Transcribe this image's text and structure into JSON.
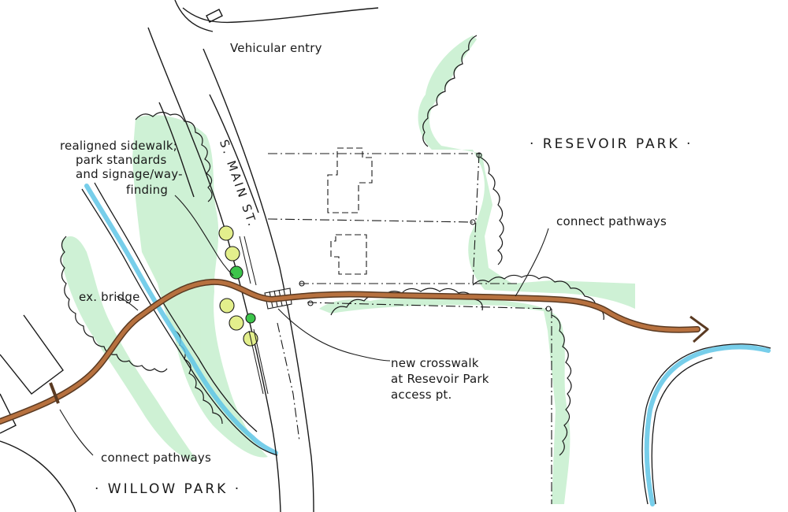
{
  "labels": {
    "vehicular_entry": "Vehicular entry",
    "street_name": "S. MAIN ST.",
    "reservoir_park": "· RESEVOIR PARK ·",
    "willow_park": "· WILLOW PARK ·",
    "realigned_line1": "realigned sidewalk;",
    "realigned_line2": "park standards",
    "realigned_line3": "and signage/way-",
    "realigned_line4": "finding",
    "ex_bridge": "ex. bridge",
    "connect_pathways_right": "connect pathways",
    "connect_pathways_left": "connect pathways",
    "crosswalk_line1": "new crosswalk",
    "crosswalk_line2": "at Resevoir Park",
    "crosswalk_line3": "access pt."
  },
  "colors": {
    "ink": "#1a1a1a",
    "pathway": "#b7713f",
    "pathway_edge": "#5a3a22",
    "foliage": "#c9f0d0",
    "water": "#5fc6e6",
    "tree_fill": "#e3ef8c",
    "shrub_green": "#3cc44a"
  }
}
